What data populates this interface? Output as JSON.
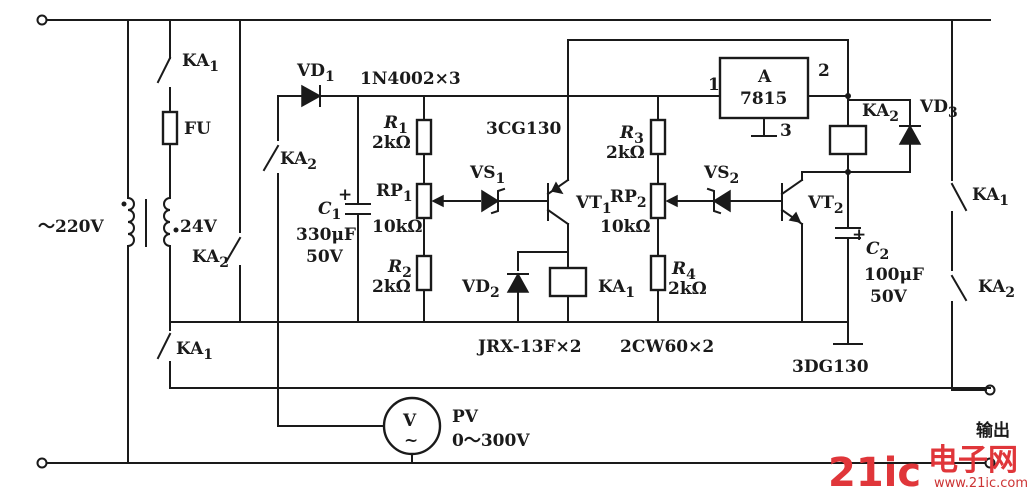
{
  "labels": {
    "ka1_top": "KA",
    "ka1_top_sub": "1",
    "fu": "FU",
    "vd1": "VD",
    "vd1_sub": "1",
    "diode_part": "1N4002×3",
    "ic_a": "A",
    "ic_part": "7815",
    "pin1": "1",
    "pin2": "2",
    "pin3": "3",
    "ka2_relay": "KA",
    "ka2_relay_sub": "2",
    "vd3": "VD",
    "vd3_sub": "3",
    "ka2_mid": "KA",
    "ka2_mid_sub": "2",
    "r1": "R",
    "r1_sub": "1",
    "r1_val": "2kΩ",
    "t1_part": "3CG130",
    "r3": "R",
    "r3_sub": "3",
    "r3_val": "2kΩ",
    "mains": "～220V",
    "v24": "24V",
    "c1": "C",
    "c1_sub": "1",
    "c1_val1": "330μF",
    "c1_val2": "50V",
    "rp1": "RP",
    "rp1_sub": "1",
    "rp1_val": "10kΩ",
    "vs1": "VS",
    "vs1_sub": "1",
    "vt1": "VT",
    "vt1_sub": "1",
    "rp2": "RP",
    "rp2_sub": "2",
    "rp2_val": "10kΩ",
    "vs2": "VS",
    "vs2_sub": "2",
    "vt2": "VT",
    "vt2_sub": "2",
    "ka1_out": "KA",
    "ka1_out_sub": "1",
    "ka2_left": "KA",
    "ka2_left_sub": "2",
    "c2": "C",
    "c2_sub": "2",
    "c2_val1": "100μF",
    "c2_val2": "50V",
    "ka2_out": "KA",
    "ka2_out_sub": "2",
    "r2": "R",
    "r2_sub": "2",
    "r2_val": "2kΩ",
    "vd2": "VD",
    "vd2_sub": "2",
    "ka1_coil": "KA",
    "ka1_coil_sub": "1",
    "r4": "R",
    "r4_sub": "4",
    "r4_val": "2kΩ",
    "ka1_bottom": "KA",
    "ka1_bottom_sub": "1",
    "relay_part": "JRX-13F×2",
    "zener_part": "2CW60×2",
    "t2_part": "3DG130",
    "meter_symbol": "V",
    "meter_tilde": "~",
    "pv": "PV",
    "pv_range": "0～300V",
    "output": "输出"
  },
  "watermark": {
    "brand_a": "21ic",
    "brand_b": "电子网",
    "url": "www.21ic.com",
    "color": "#e0363a"
  }
}
